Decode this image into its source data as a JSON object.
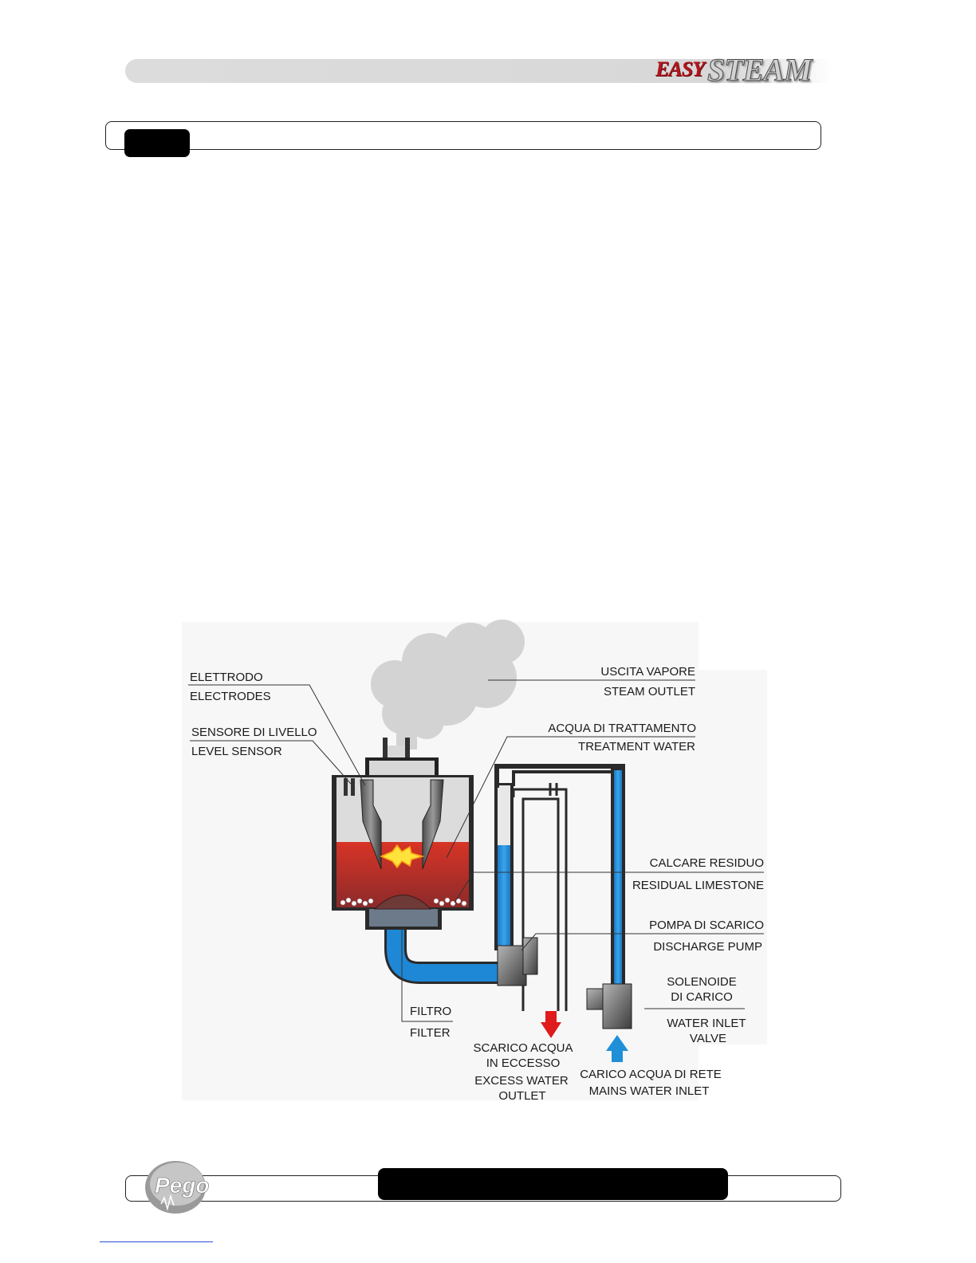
{
  "header": {
    "logo_easy": "EASY",
    "logo_steam": "STEAM"
  },
  "diagram": {
    "labels": {
      "electrodes_it": "ELETTRODO",
      "electrodes_en": "ELECTRODES",
      "level_sensor_it": "SENSORE DI LIVELLO",
      "level_sensor_en": "LEVEL SENSOR",
      "steam_outlet_it": "USCITA VAPORE",
      "steam_outlet_en": "STEAM OUTLET",
      "treatment_water_it": "ACQUA DI TRATTAMENTO",
      "treatment_water_en": "TREATMENT WATER",
      "residual_limestone_it": "CALCARE RESIDUO",
      "residual_limestone_en": "RESIDUAL LIMESTONE",
      "discharge_pump_it": "POMPA DI SCARICO",
      "discharge_pump_en": "DISCHARGE PUMP",
      "inlet_valve_it_1": "SOLENOIDE",
      "inlet_valve_it_2": "DI CARICO",
      "inlet_valve_en_1": "WATER INLET",
      "inlet_valve_en_2": "VALVE",
      "filter_it": "FILTRO",
      "filter_en": "FILTER",
      "excess_it_1": "SCARICO ACQUA",
      "excess_it_2": "IN ECCESSO",
      "excess_en_1": "EXCESS WATER",
      "excess_en_2": "OUTLET",
      "mains_it": "CARICO ACQUA DI RETE",
      "mains_en": "MAINS WATER INLET"
    },
    "colors": {
      "water_hot": "#d9372a",
      "water_blue": "#1e88d6",
      "steam": "#d6d6d6",
      "arrow_out": "#e01b1b",
      "arrow_in": "#1f8fd8"
    }
  },
  "footer": {
    "brand": "Pego"
  }
}
